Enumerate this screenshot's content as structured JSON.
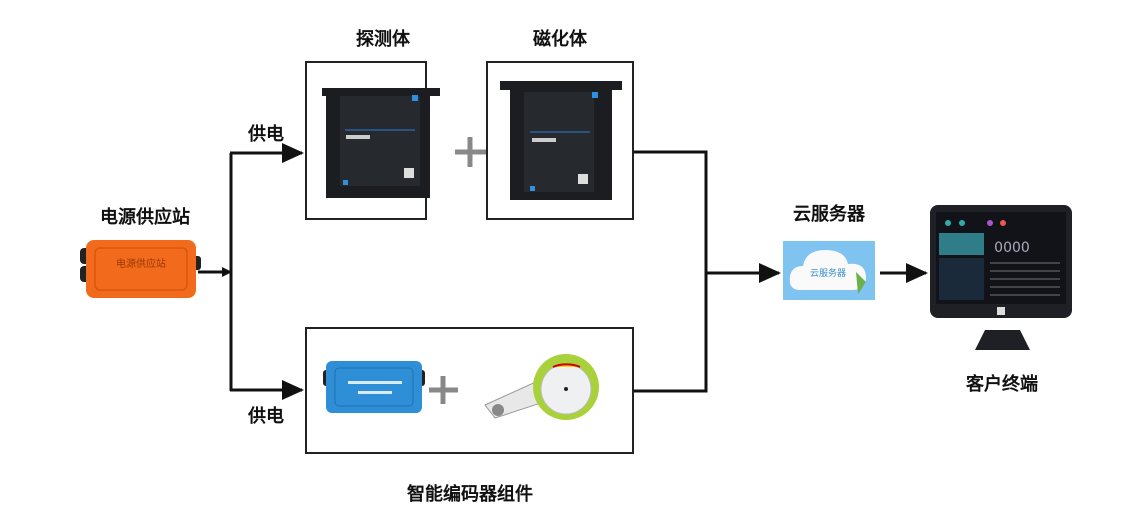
{
  "labels": {
    "detector": "探测体",
    "magnetizer": "磁化体",
    "power_station": "电源供应站",
    "power_supply_top": "供电",
    "power_supply_bottom": "供电",
    "cloud_server": "云服务器",
    "client_terminal": "客户终端",
    "encoder_assembly": "智能编码器组件"
  },
  "device_text": {
    "power_station_face": "电源供应站",
    "cloud_icon_text": "云服务器",
    "terminal_readout": "0000"
  },
  "colors": {
    "power_station": "#f26a1b",
    "encoder_box": "#2f8fd6",
    "encoder_wheel": "#a8d13a",
    "cloud_bg": "#7fc3f0",
    "device_dark": "#1b1d21",
    "lines": "#111111"
  }
}
